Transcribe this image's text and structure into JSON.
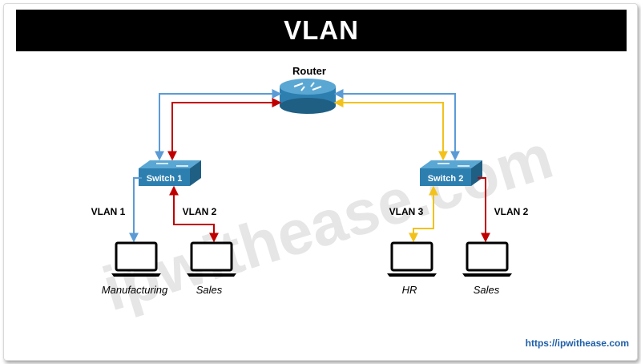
{
  "title": "VLAN",
  "watermark": "ipwithease.com",
  "footer_url": "https://ipwithease.com",
  "router": {
    "label": "Router",
    "icon": "router-icon"
  },
  "switches": [
    {
      "label": "Switch 1",
      "icon": "switch-icon"
    },
    {
      "label": "Switch 2",
      "icon": "switch-icon"
    }
  ],
  "vlan_labels": {
    "sw1_vlan1": "VLAN 1",
    "sw1_vlan2": "VLAN 2",
    "sw2_vlan3": "VLAN 3",
    "sw2_vlan2": "VLAN 2"
  },
  "hosts": [
    {
      "label": "Manufacturing",
      "icon": "laptop-icon"
    },
    {
      "label": "Sales",
      "icon": "laptop-icon"
    },
    {
      "label": "HR",
      "icon": "laptop-icon"
    },
    {
      "label": "Sales",
      "icon": "laptop-icon"
    }
  ],
  "colors": {
    "vlan1": "#5b9bd5",
    "vlan2": "#c00000",
    "vlan3": "#f2c21b",
    "device": "#3b8fbf",
    "device_dark": "#1f5f84",
    "watermark": "#e6e6e6",
    "link": "#1f5fa8"
  }
}
